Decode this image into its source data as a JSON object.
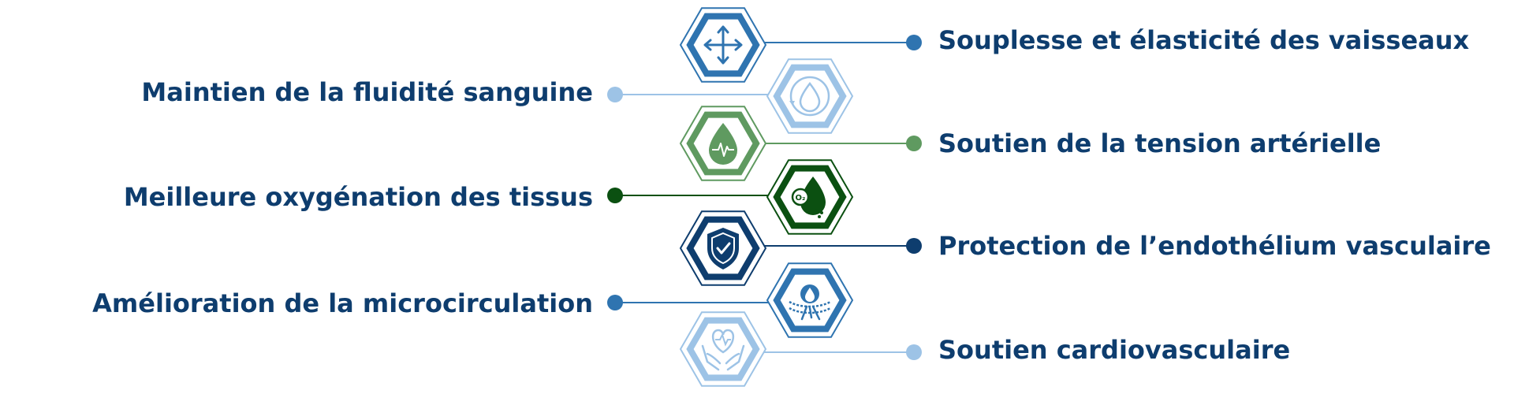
{
  "items": [
    {
      "text": "Souplesse et élasticité des vaisseaux",
      "side": "right",
      "icon": "arrows-move-icon",
      "color": "#2f74b0"
    },
    {
      "text": "Maintien de la fluidité sanguine",
      "side": "left",
      "icon": "blood-drop-cycle-icon",
      "color": "#9dc3e6"
    },
    {
      "text": "Soutien de la tension artérielle",
      "side": "right",
      "icon": "blood-drop-pulse-icon",
      "color": "#5f9a60"
    },
    {
      "text": "Meilleure oxygénation des tissus",
      "side": "left",
      "icon": "oxygen-drop-icon",
      "color": "#0b5011"
    },
    {
      "text": "Protection de l’endothélium vasculaire",
      "side": "right",
      "icon": "shield-check-icon",
      "color": "#0e3d6e"
    },
    {
      "text": "Amélioration de la microcirculation",
      "side": "left",
      "icon": "microcirculation-icon",
      "color": "#2f74b0"
    },
    {
      "text": "Soutien cardiovasculaire",
      "side": "right",
      "icon": "heart-hands-icon",
      "color": "#9dc3e6"
    }
  ],
  "text_color": "#0e3d6e"
}
